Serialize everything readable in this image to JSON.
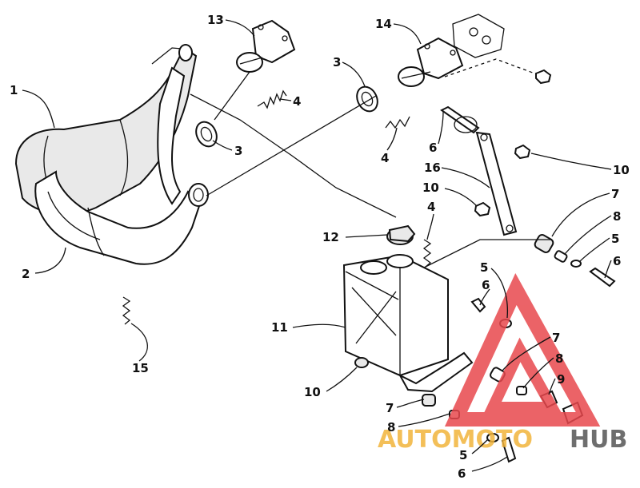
{
  "callouts": {
    "c1": "1",
    "c2": "2",
    "c3a": "3",
    "c3b": "3",
    "c4a": "4",
    "c4b": "4",
    "c4c": "4",
    "c5a": "5",
    "c5b": "5",
    "c5c": "5",
    "c6a": "6",
    "c6b": "6",
    "c6c": "6",
    "c6d": "6",
    "c7a": "7",
    "c7b": "7",
    "c7c": "7",
    "c8a": "8",
    "c8b": "8",
    "c8c": "8",
    "c9": "9",
    "c10a": "10",
    "c10b": "10",
    "c10c": "10",
    "c11": "11",
    "c12": "12",
    "c13": "13",
    "c14": "14",
    "c15": "15",
    "c16": "16"
  },
  "watermark": {
    "text_left": "AUTOMOTO",
    "text_right": "HUB",
    "color_left": "#f2b43c",
    "color_right": "#555555",
    "triangle_color": "#e8484d"
  }
}
